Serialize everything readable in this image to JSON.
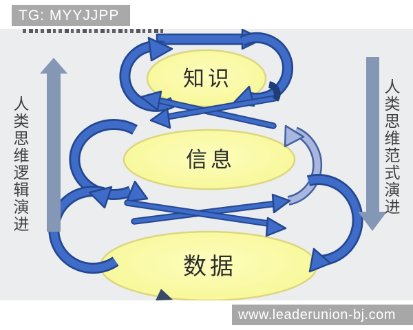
{
  "badges": {
    "tg": "TG: MYYJJPP",
    "site": "www.leaderunion-bj.com"
  },
  "diagram": {
    "nodes": [
      {
        "id": "knowledge",
        "label": "知识"
      },
      {
        "id": "information",
        "label": "信息"
      },
      {
        "id": "data",
        "label": "数据"
      }
    ],
    "left_axis_label": "人类思维逻辑演进",
    "right_axis_label": "人类思维范式演进",
    "colors": {
      "diagram_bg": "#ecedef",
      "ellipse_fill": "#f8f89c",
      "ellipse_border": "#dcd77e",
      "arrow_blue": "#3e6cc8",
      "arrow_blue_dark": "#24488f",
      "arrow_periwinkle": "#a9b6e0",
      "gray_arrow": "#8497b5",
      "badge_bg": "#a9a9a9"
    }
  }
}
